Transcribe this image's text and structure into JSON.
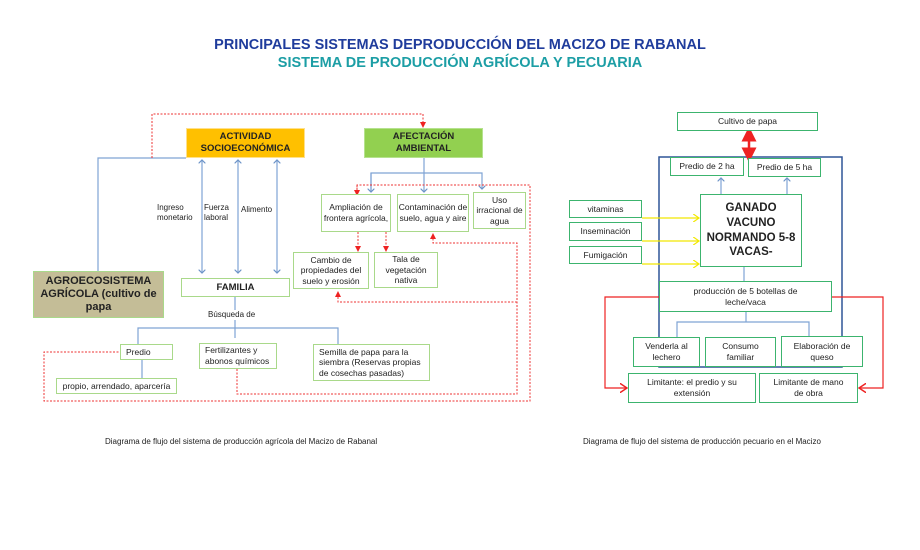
{
  "title": {
    "main": "PRINCIPALES SISTEMAS DEPRODUCCIÓN DEL MACIZO DE RABANAL",
    "sub": "SISTEMA DE PRODUCCIÓN AGRÍCOLA Y PECUARIA",
    "main_color": "#1f3c9c",
    "sub_color": "#1c9ea5"
  },
  "agricola": {
    "actividad": "ACTIVIDAD SOCIOECONÓMICA",
    "afectacion": "AFECTACIÓN AMBIENTAL",
    "agroecosistema": "AGROECOSISTEMA AGRÍCOLA (cultivo de papa",
    "familia": "FAMILIA",
    "ingreso": "Ingreso monetario",
    "fuerza": "Fuerza laboral",
    "alimento": "Alimento",
    "ampliacion": "Ampliación de frontera agrícola,",
    "contaminacion": "Contaminación de suelo, agua y aire",
    "uso": "Uso irracional de agua",
    "cambio": "Cambio de propiedades del suelo y erosión",
    "tala": "Tala de vegetación nativa",
    "busqueda": "Búsqueda de",
    "predio": "Predio",
    "propio": "propio, arrendado, aparcería",
    "fertilizantes": "Fertilizantes y abonos químicos",
    "semilla": "Semilla de papa para la siembra (Reservas propias de cosechas pasadas)",
    "caption": "Diagrama de flujo del sistema de producción agrícola del Macizo de Rabanal"
  },
  "pecuario": {
    "cultivo": "Cultivo de papa",
    "predio2": "Predio de 2 ha",
    "predio5": "Predio de 5 ha",
    "ganado": "GANADO VACUNO NORMANDO 5-8 VACAS-",
    "vitaminas": "vitaminas",
    "inseminacion": "Inseminación",
    "fumigacion": "Fumigación",
    "produccion": "producción de 5 botellas de leche/vaca",
    "vender": "Venderla  al lechero",
    "consumo": "Consumo familiar",
    "elaboracion": "Elaboración de queso",
    "limitante1": "Limitante: el predio y su extensión",
    "limitante2": "Limitante de mano de obra",
    "caption": "Diagrama de flujo del sistema de producción pecuario en el Macizo"
  }
}
